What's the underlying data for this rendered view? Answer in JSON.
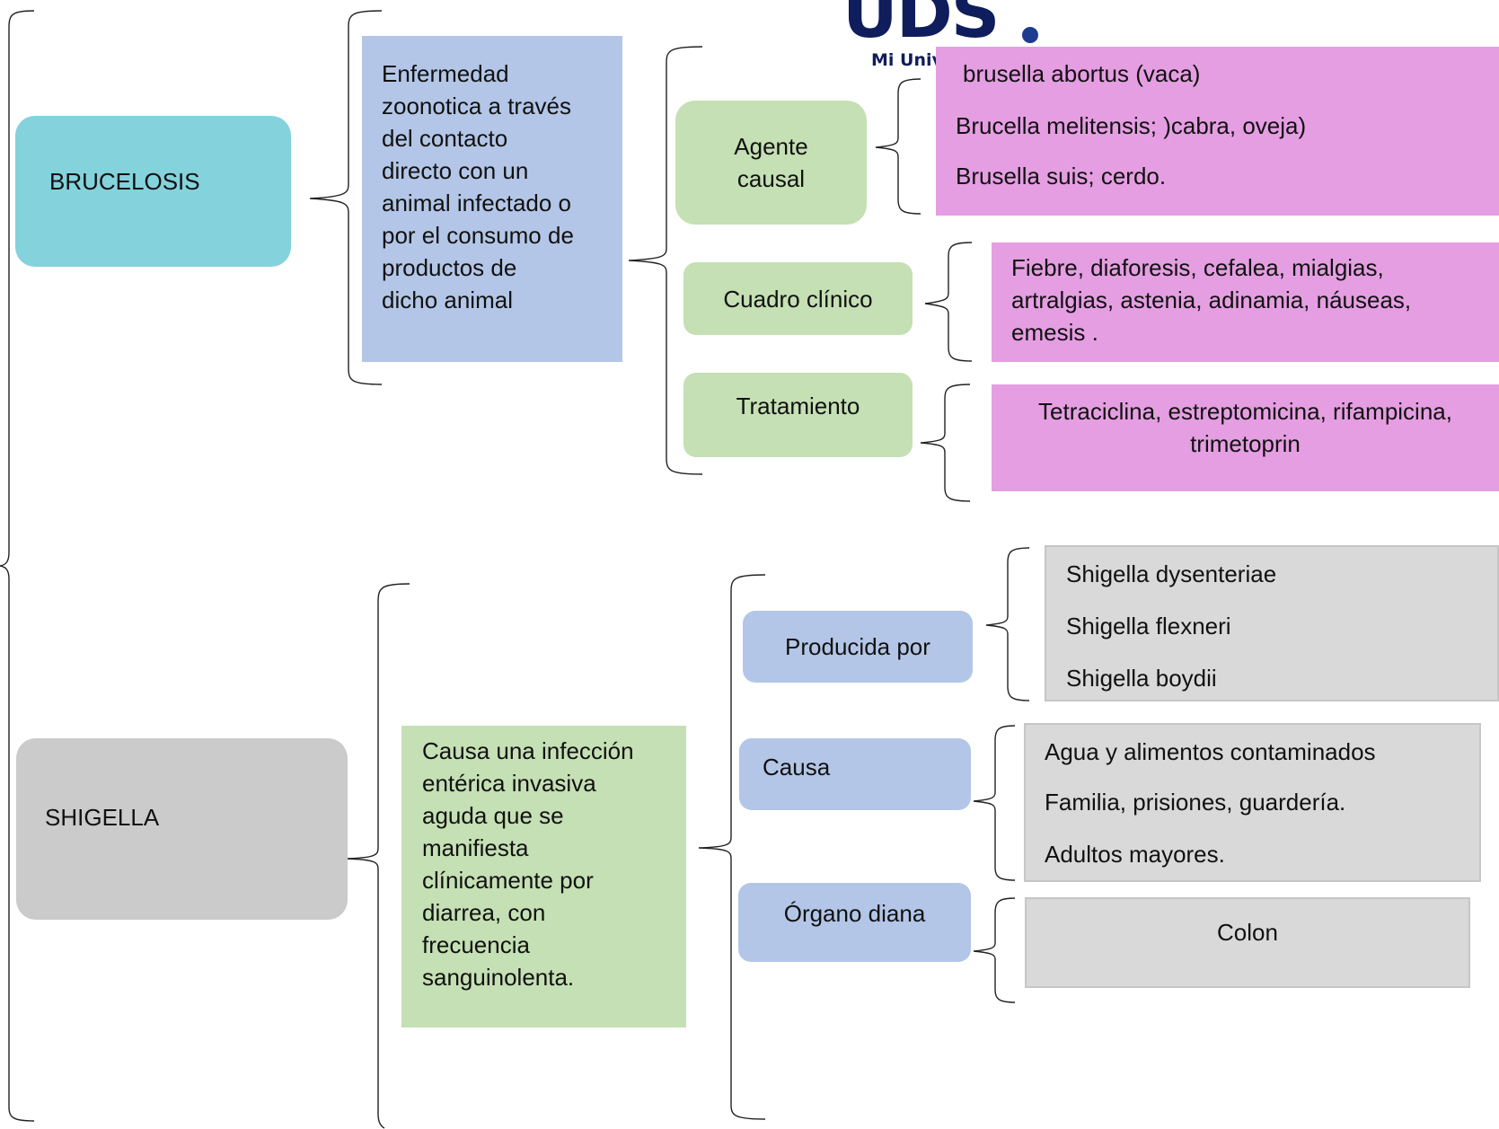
{
  "logo": {
    "text": "UDS",
    "subtitle": "Mi Univ"
  },
  "brucelosis": {
    "title": "BRUCELOSIS",
    "definition": [
      "Enfermedad",
      "zoonotica a través",
      "del contacto",
      "directo  con un",
      "animal infectado o",
      "por el consumo de",
      "productos de",
      "dicho animal"
    ],
    "agente_label": [
      "Agente",
      "causal"
    ],
    "agente_items": [
      "brusella abortus (vaca)",
      "Brucella melitensis; )cabra, oveja)",
      "Brusella suis; cerdo."
    ],
    "cuadro_label": "Cuadro clínico",
    "cuadro_text": [
      "Fiebre, diaforesis, cefalea, mialgias,",
      "artralgias, astenia, adinamia, náuseas,",
      "emesis ."
    ],
    "tratamiento_label": "Tratamiento",
    "tratamiento_text": [
      "Tetraciclina, estreptomicina, rifampicina,",
      "trimetoprin"
    ]
  },
  "shigella": {
    "title": "SHIGELLA",
    "definition": [
      "Causa una infección",
      "entérica invasiva",
      "aguda que se",
      "manifiesta",
      "clínicamente por",
      "diarrea, con",
      "frecuencia",
      "sanguinolenta."
    ],
    "producida_label": "Producida por",
    "producida_items": [
      "Shigella dysenteriae",
      "Shigella flexneri",
      "Shigella boydii"
    ],
    "causa_label": "Causa",
    "causa_items": [
      "Agua y alimentos contaminados",
      "Familia, prisiones, guardería.",
      "Adultos mayores."
    ],
    "organo_label": "Órgano diana",
    "organo_text": "Colon"
  }
}
